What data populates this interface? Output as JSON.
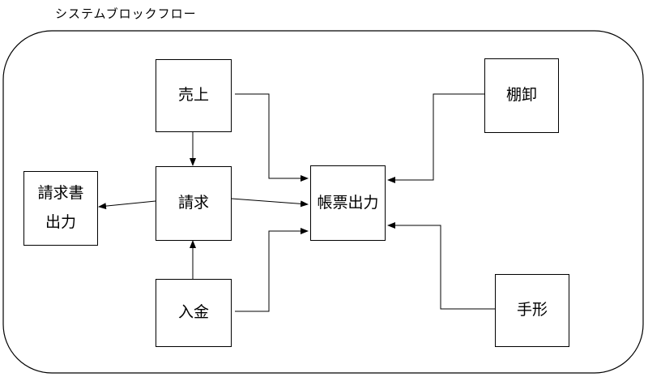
{
  "diagram": {
    "title": "システムブロックフロー",
    "boxes": {
      "sales": "売上",
      "invoice": "請求",
      "deposit": "入金",
      "bill_output_line1": "請求書",
      "bill_output_line2": "出力",
      "ledger_output": "帳票出力",
      "inventory": "棚卸",
      "promissory_note": "手形"
    }
  }
}
